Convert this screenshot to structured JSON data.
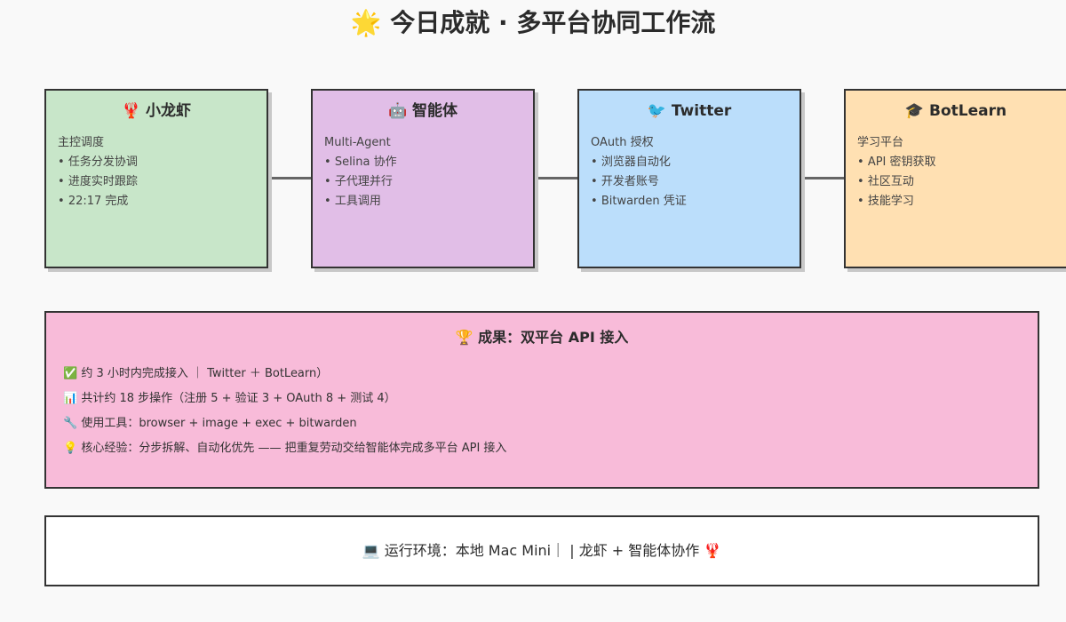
{
  "title": "🌟 今日成就 · 多平台协同工作流",
  "colors": {
    "background": "#f9f9f9",
    "card_green": "#c8e6c9",
    "card_purple": "#e1bee7",
    "card_blue": "#bbdefb",
    "card_orange": "#ffe0b2",
    "summary_pink": "#f8bbd9",
    "border": "#333333",
    "connector": "#666666"
  },
  "cards": [
    {
      "icon": "🦞",
      "title": "小龙虾",
      "subtitle": "主控调度",
      "items": [
        "任务分发协调",
        "进度实时跟踪",
        "22:17 完成"
      ],
      "color": "#c8e6c9"
    },
    {
      "icon": "🤖",
      "title": "智能体",
      "subtitle": "Multi-Agent",
      "items": [
        "Selina 协作",
        "子代理并行",
        "工具调用"
      ],
      "color": "#e1bee7"
    },
    {
      "icon": "🐦",
      "title": "Twitter",
      "subtitle": "OAuth 授权",
      "items": [
        "浏览器自动化",
        "开发者账号",
        "Bitwarden 凭证"
      ],
      "color": "#bbdefb"
    },
    {
      "icon": "🎓",
      "title": "BotLearn",
      "subtitle": "学习平台",
      "items": [
        "API 密钥获取",
        "社区互动",
        "技能学习"
      ],
      "color": "#ffe0b2"
    }
  ],
  "summary": {
    "icon": "🏆",
    "title": "成果：双平台 API 接入",
    "lines": [
      "✅ 约 3 小时内完成接入 ｜ Twitter ＋ BotLearn）",
      "📊 共计约 18 步操作（注册 5 + 验证 3 + OAuth 8 + 测试 4）",
      "🔧 使用工具：browser + image + exec + bitwarden",
      "💡 核心经验：分步拆解、自动化优先 —— 把重复劳动交给智能体完成多平台 API 接入"
    ],
    "color": "#f8bbd9"
  },
  "footer": {
    "text": "💻 运行环境：本地 Mac Mini｜ | 龙虾 + 智能体协作 🦞"
  }
}
